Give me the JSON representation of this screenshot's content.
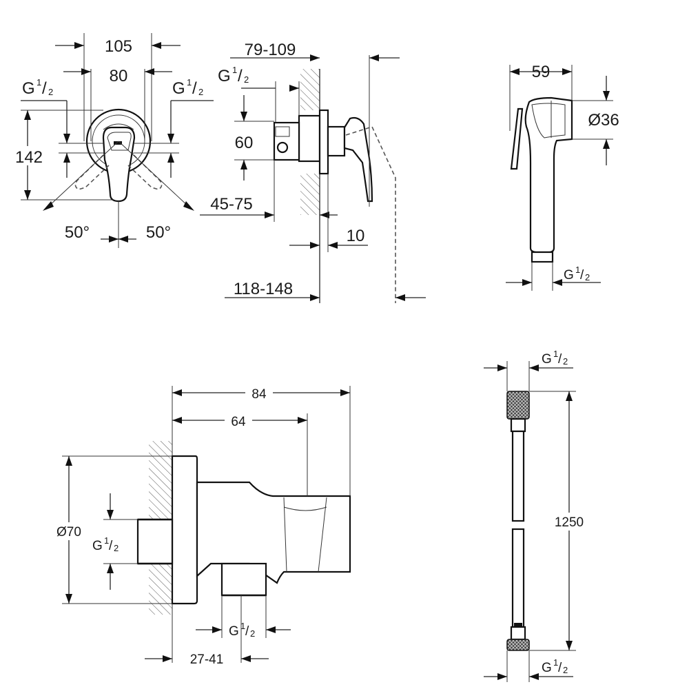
{
  "labels": {
    "mixer_front": {
      "width_outer": "105",
      "width_inner": "80",
      "thread_left": "G",
      "thread_right": "G",
      "height": "142",
      "angle_left": "50°",
      "angle_right": "50°"
    },
    "mixer_side": {
      "depth_range": "79-109",
      "thread": "G",
      "height": "60",
      "wall_range": "45-75",
      "offset": "10",
      "total_range": "118-148"
    },
    "hand_shower": {
      "width": "59",
      "diameter": "Ø36",
      "thread": "G"
    },
    "wall_outlet": {
      "width_total": "84",
      "width_partial": "64",
      "diameter": "Ø70",
      "thread_back": "G",
      "thread_bottom": "G",
      "bottom_range": "27-41"
    },
    "hose": {
      "thread_top": "G",
      "length": "1250",
      "thread_bottom": "G"
    },
    "fraction": {
      "num": "1",
      "den": "2"
    }
  }
}
